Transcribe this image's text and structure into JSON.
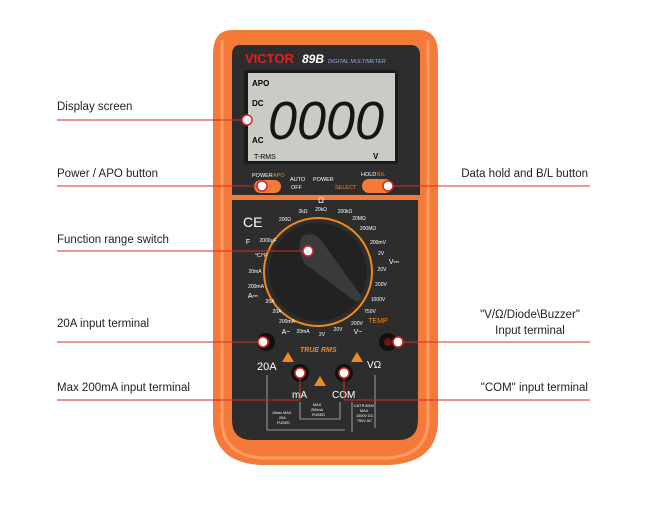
{
  "labels": {
    "display_screen": "Display screen",
    "power_apo": "Power / APO button",
    "function_switch": "Function range switch",
    "terminal_20a": "20A input terminal",
    "terminal_200ma": "Max 200mA input terminal",
    "data_hold": "Data hold and B/L button",
    "terminal_v_line1": "\"V/Ω/Diode\\Buzzer\"",
    "terminal_v_line2": "Input terminal",
    "terminal_com": "\"COM\" input terminal"
  },
  "meter": {
    "brand": "VICTOR",
    "model": "89B",
    "subtitle": "DIGITAL MULTIMETER",
    "lcd": {
      "reading": "0000",
      "apo": "APO",
      "dc": "DC",
      "ac": "AC",
      "trms": "T-RMS",
      "unit": "V"
    },
    "buttons": {
      "power": "POWER",
      "apo": "APO",
      "auto_off_1": "AUTO",
      "auto_off_2": "OFF",
      "power2": "POWER",
      "hold": "HOLD",
      "bl": "B/L",
      "select": "SELECT"
    },
    "ce": "CE",
    "dial_ranges": [
      "200Ω",
      "2kΩ",
      "20kΩ",
      "200kΩ",
      "20MΩ",
      "200MΩ",
      "200mV",
      "2V",
      "20V",
      "200V",
      "1000V",
      "750V",
      "200V",
      "20V",
      "2V",
      "20mA",
      "200mA",
      "20A",
      "20A",
      "200mA",
      "20mA",
      "2000μF",
      "°C/°F"
    ],
    "dial_groups": {
      "ohm": "Ω",
      "vdc": "V⎓",
      "vac": "V~",
      "adc": "A⎓",
      "aac": "A~",
      "cap": "F",
      "temp": "TEMP"
    },
    "true_rms": "TRUE RMS",
    "terminals": {
      "a20": "20A",
      "ma": "mA",
      "com": "COM",
      "v": "VΩ"
    },
    "notes": {
      "ma": [
        "MAX",
        "200mA",
        "FUSED"
      ],
      "a20": [
        "10sec MAX",
        "20A",
        "FUSED"
      ],
      "cat": [
        "CAT Ⅱ 600V",
        "MAX",
        "1000V DC",
        "750V AC"
      ]
    }
  },
  "colors": {
    "orange": "#f47a3a",
    "body_dark": "#2d2d2d",
    "lcd": "#c8ccc4",
    "callout_line": "#d42a2a",
    "accent_text": "#f0891e"
  }
}
